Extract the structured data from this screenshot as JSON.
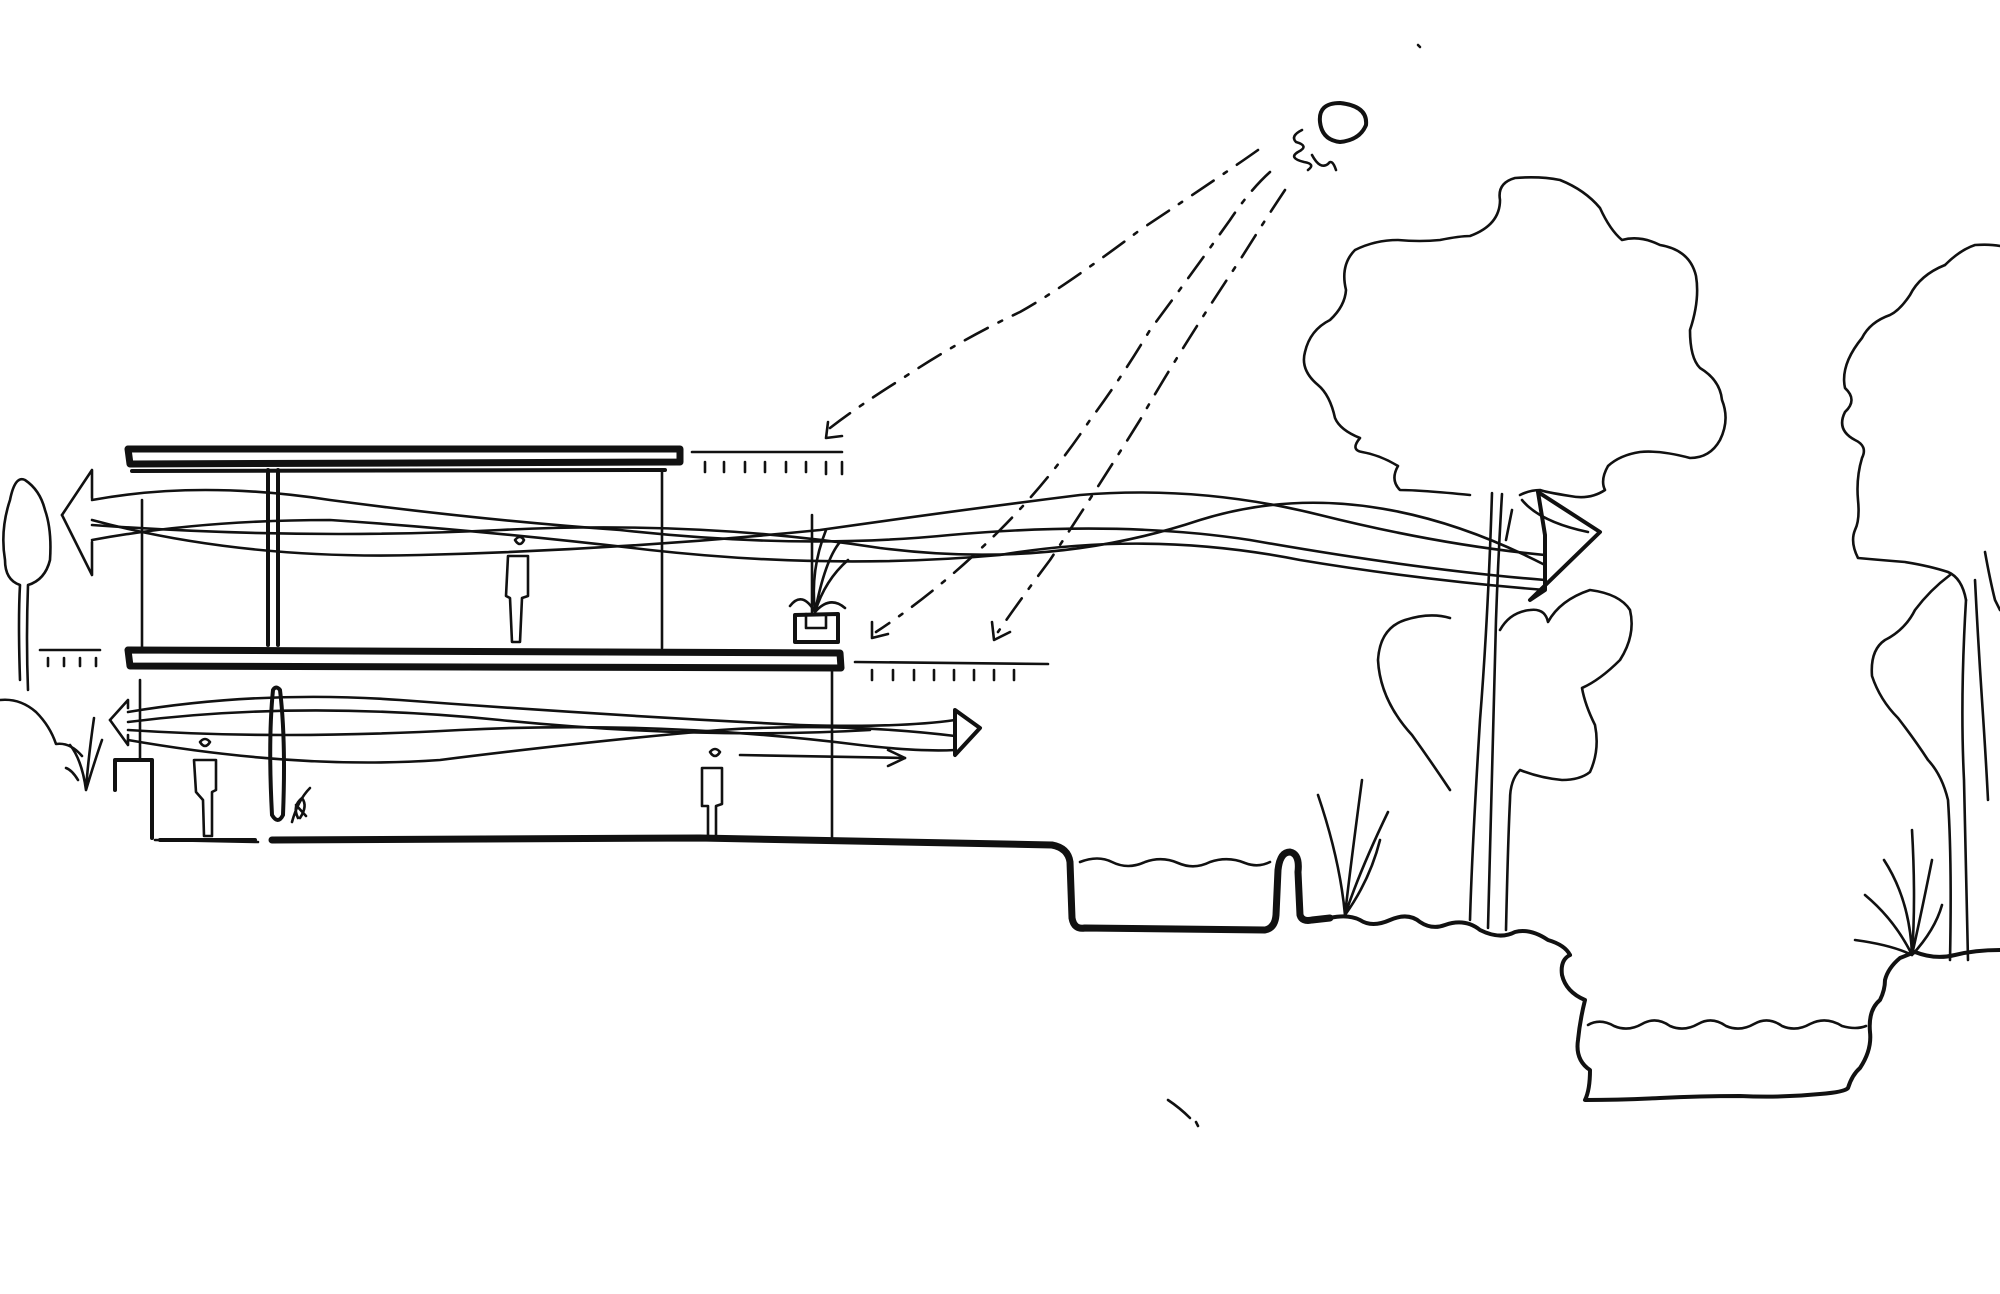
{
  "colors": {
    "paper": "#ffffff",
    "ink": "#111111"
  },
  "elements": [
    "building-section",
    "sun-icon",
    "sun-rays",
    "upper-airflow-arrow",
    "lower-airflow-arrow",
    "tree-large",
    "tree-small",
    "tree-right",
    "pond",
    "ground-planter",
    "figures",
    "plants"
  ]
}
